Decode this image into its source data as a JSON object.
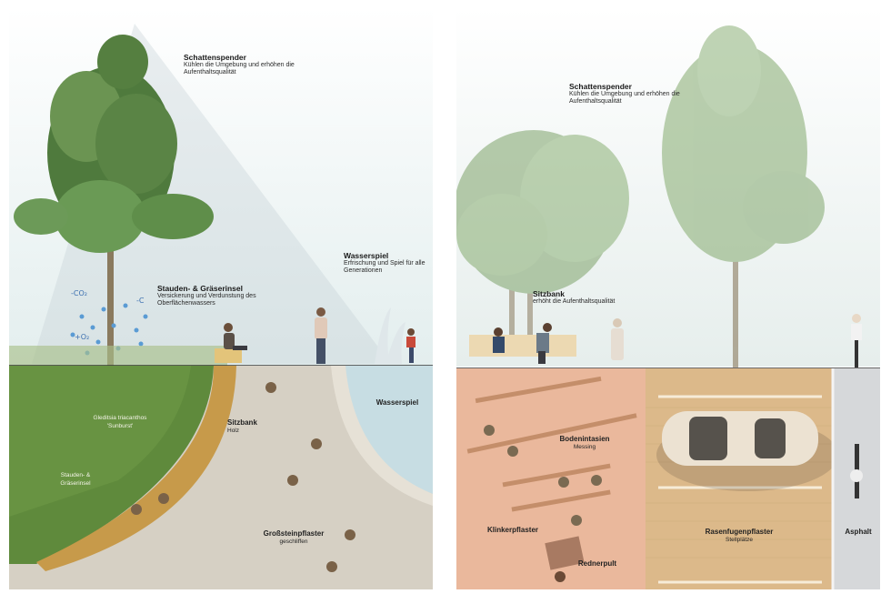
{
  "left": {
    "callouts": {
      "shade": {
        "title": "Schattenspender",
        "text": "Kühlen die Umgebung und erhöhen die Aufenthaltsqualität"
      },
      "water": {
        "title": "Wasserspiel",
        "text": "Erfrischung und Spiel für alle Generationen"
      },
      "island": {
        "title": "Stauden- & Gräserinsel",
        "text": "Versickerung und Verdunstung des Oberflächenwassers"
      }
    },
    "climate": {
      "co2_a": "-CO₂",
      "co2_b": "-C",
      "co2_c": "+O₂"
    },
    "plan": {
      "tree_species": "Gleditsia triacanthos",
      "tree_cultivar": "'Sunburst'",
      "island_line1": "Stauden- &",
      "island_line2": "Gräserinsel",
      "bench": "Sitzbank",
      "bench_sub": "Holz",
      "paving": "Großsteinpflaster",
      "paving_sub": "geschliffen",
      "water": "Wasserspiel"
    }
  },
  "right": {
    "callouts": {
      "shade": {
        "title": "Schattenspender",
        "text": "Kühlen die Umgebung und erhöhen die Aufenthaltsqualität"
      },
      "bench": {
        "title": "Sitzbank",
        "text": "erhöht die Aufenthaltsqualität"
      }
    },
    "plan": {
      "inlays": "Bodenintasien",
      "inlays_sub": "Messing",
      "clinker": "Klinkerpflaster",
      "lectern": "Rednerpult",
      "grass": "Rasenfugenpflaster",
      "grass_sub": "Stellplätze",
      "asphalt": "Asphalt"
    }
  },
  "colors": {
    "sky": "#e9f1f1",
    "meadow": "#5f8a3c",
    "paving": "#d8d2c7",
    "water": "#c9dfe6",
    "clinker": "#eab89c",
    "grass_paving": "#dcb98a",
    "asphalt": "#d6d8da"
  }
}
